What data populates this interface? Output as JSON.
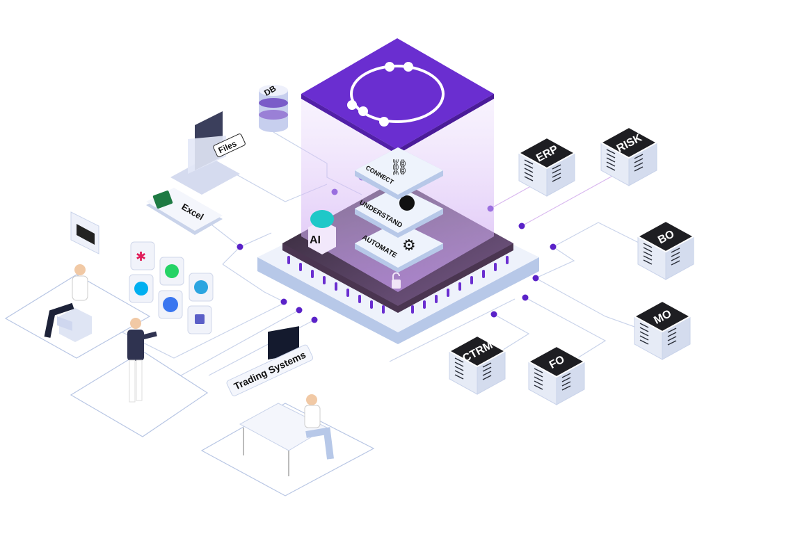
{
  "colors": {
    "brand_purple": "#6a2ed0",
    "chip_dark": "#3b2a3e",
    "server_top": "#1e1e22",
    "line": "#c9d3ea",
    "dot": "#5a22c8"
  },
  "core": {
    "layers": [
      {
        "label": "CONNECT",
        "icon": "link-icon"
      },
      {
        "label": "UNDERSTAND",
        "icon": "lightbulb-icon"
      },
      {
        "label": "AUTOMATE",
        "icon": "gear-icon"
      }
    ],
    "ai_label": "AI"
  },
  "sources": {
    "db": "DB",
    "files": "Files",
    "excel": "Excel",
    "trading": "Trading Systems"
  },
  "systems": [
    "ERP",
    "RISK",
    "BO",
    "MO",
    "CTRM",
    "FO"
  ],
  "apps": [
    "slack-icon",
    "whatsapp-icon",
    "skype-icon",
    "telegram-icon",
    "signal-icon",
    "teams-icon"
  ]
}
